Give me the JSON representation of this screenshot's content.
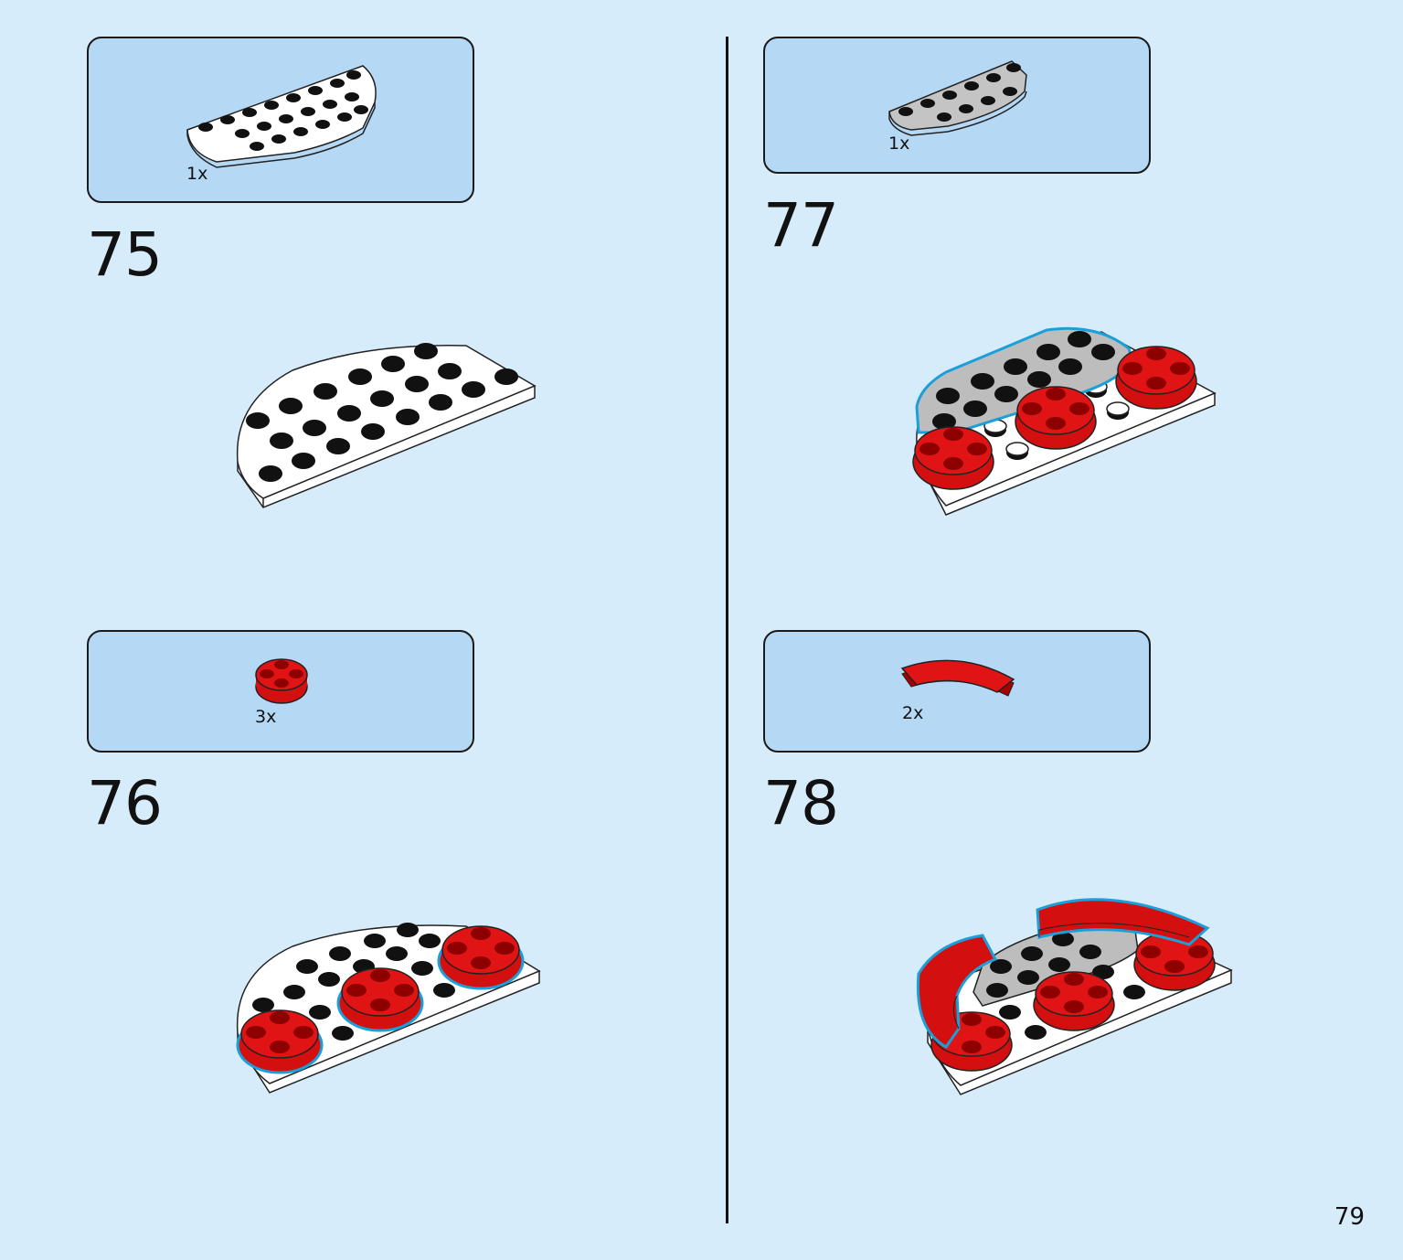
{
  "steps": [
    {
      "number": "75",
      "parts": [
        {
          "qty": "1x",
          "part": "white-half-round-plate"
        }
      ]
    },
    {
      "number": "76",
      "parts": [
        {
          "qty": "3x",
          "part": "red-round-plate"
        }
      ]
    },
    {
      "number": "77",
      "parts": [
        {
          "qty": "1x",
          "part": "grey-curved-plate"
        }
      ]
    },
    {
      "number": "78",
      "parts": [
        {
          "qty": "2x",
          "part": "red-curved-tile"
        }
      ]
    }
  ],
  "page_number": "79",
  "colors": {
    "background": "#d6ecfb",
    "parts_box": "#b5d8f5",
    "highlight": "#1b9fd9",
    "red": "#d30f0f",
    "grey": "#bdbdbd",
    "white": "#ffffff"
  }
}
